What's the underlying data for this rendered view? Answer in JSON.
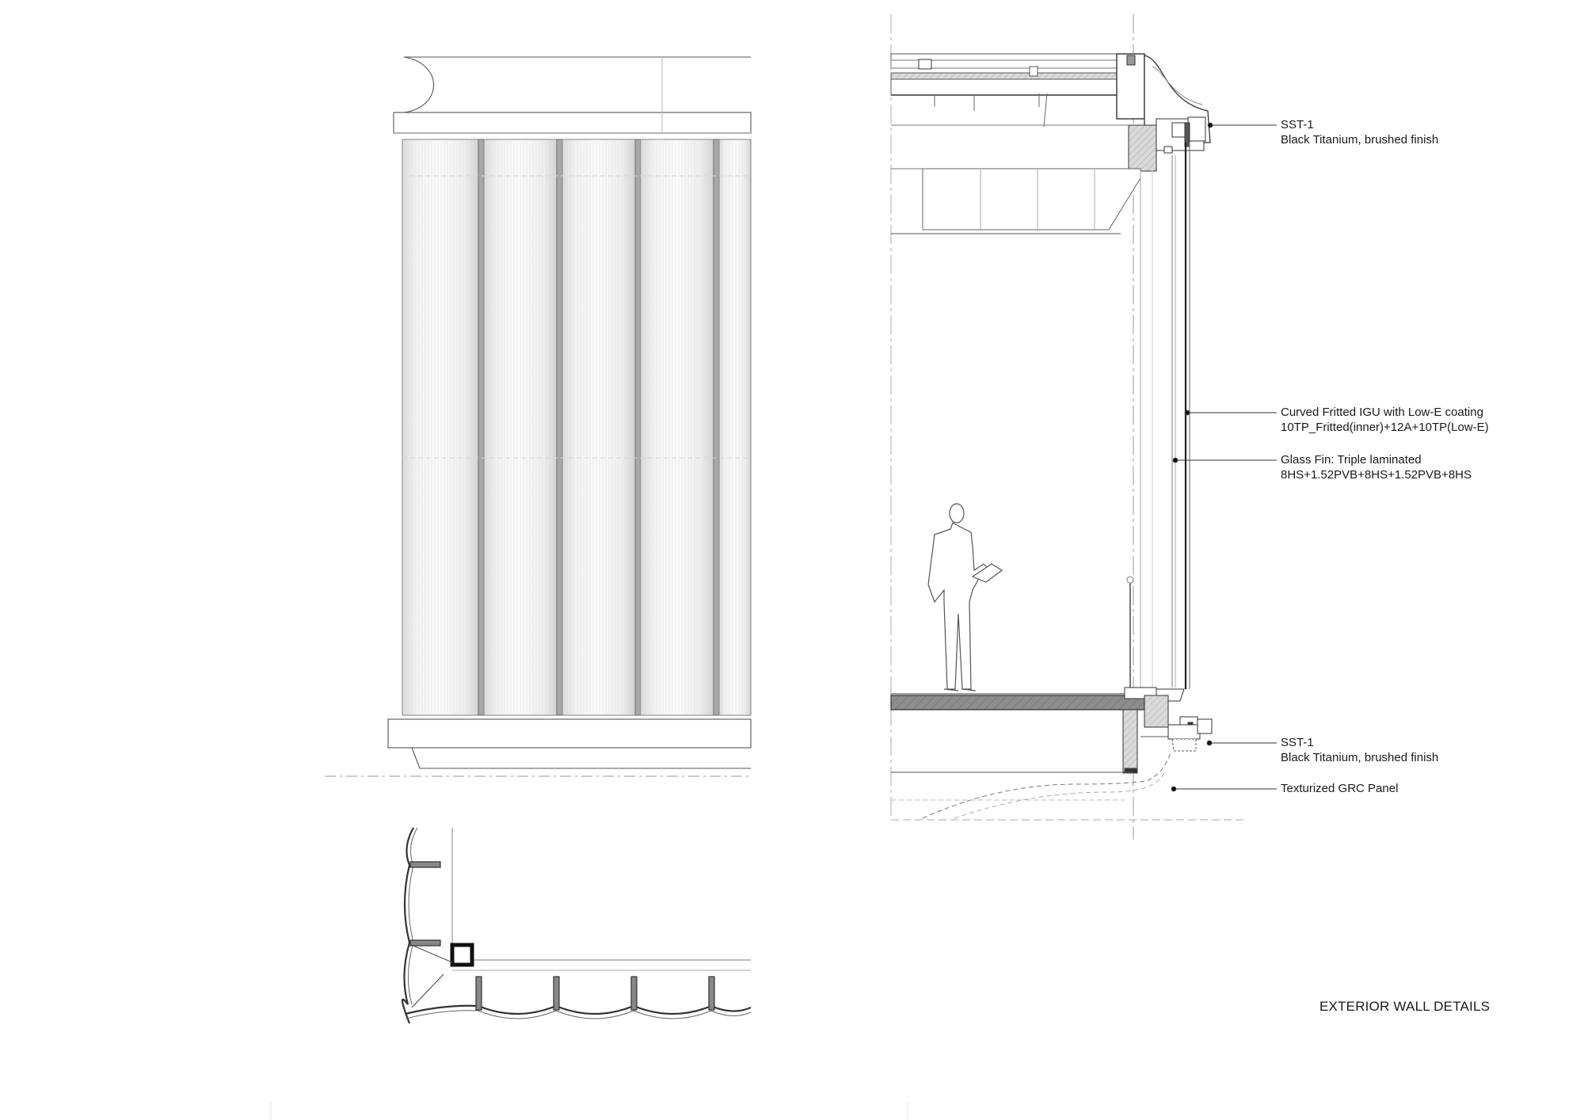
{
  "sheet_title": "EXTERIOR WALL DETAILS",
  "callouts": [
    {
      "id": "sst1-top",
      "line1": "SST-1",
      "line2": "Black Titanium, brushed finish"
    },
    {
      "id": "igu",
      "line1": "Curved Fritted IGU with Low-E coating",
      "line2": "10TP_Fritted(inner)+12A+10TP(Low-E)"
    },
    {
      "id": "glass-fin",
      "line1": "Glass Fin: Triple laminated",
      "line2": "8HS+1.52PVB+8HS+1.52PVB+8HS"
    },
    {
      "id": "sst1-bottom",
      "line1": "SST-1",
      "line2": "Black Titanium, brushed finish"
    },
    {
      "id": "grc",
      "line1": "Texturized GRC Panel",
      "line2": ""
    }
  ],
  "colors": {
    "line": "#444444",
    "light_line": "#9a9a9a",
    "slab_fill": "#8c8c8c",
    "panel_fill": "#f4f4f4"
  }
}
